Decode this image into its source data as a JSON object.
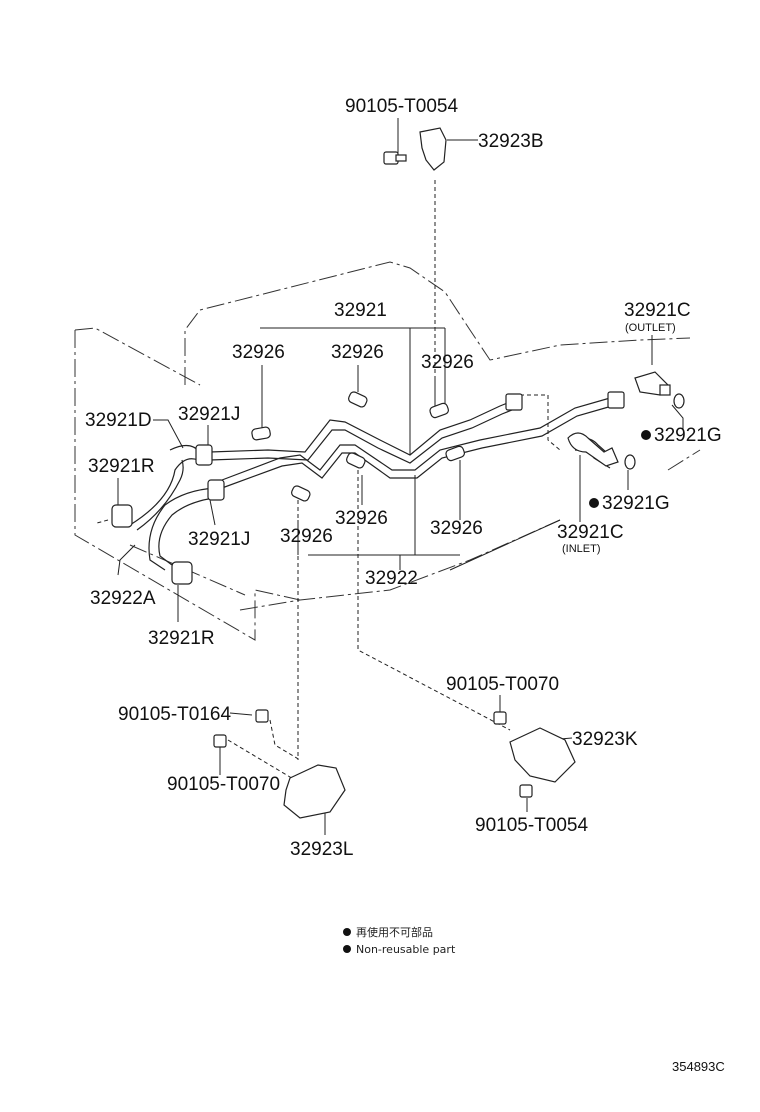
{
  "parts": {
    "bolt_top": "90105-T0054",
    "bracket_top": "32923B",
    "tube_group": "32921",
    "outlet_hose": "32921C",
    "outlet_note": "(OUTLET)",
    "inlet_hose": "32921C",
    "inlet_note": "(INLET)",
    "hose_d": "32921D",
    "clamp_j1": "32921J",
    "clamp_j2": "32921J",
    "clamp_r1": "32921R",
    "clamp_r2": "32921R",
    "hose_a": "32922A",
    "tube_lower": "32922",
    "gasket_g1": "32921G",
    "gasket_g2": "32921G",
    "grommet_1": "32926",
    "grommet_2": "32926",
    "grommet_3": "32926",
    "grommet_4": "32926",
    "grommet_5": "32926",
    "grommet_6": "32926",
    "bolt_l1": "90105-T0164",
    "bolt_l2": "90105-T0070",
    "bracket_l": "32923L",
    "bolt_k1": "90105-T0070",
    "bracket_k": "32923K",
    "bolt_k2": "90105-T0054"
  },
  "legend": {
    "line_ja": "再使用不可部品",
    "line_en": "Non-reusable part"
  },
  "reference": "354893C"
}
